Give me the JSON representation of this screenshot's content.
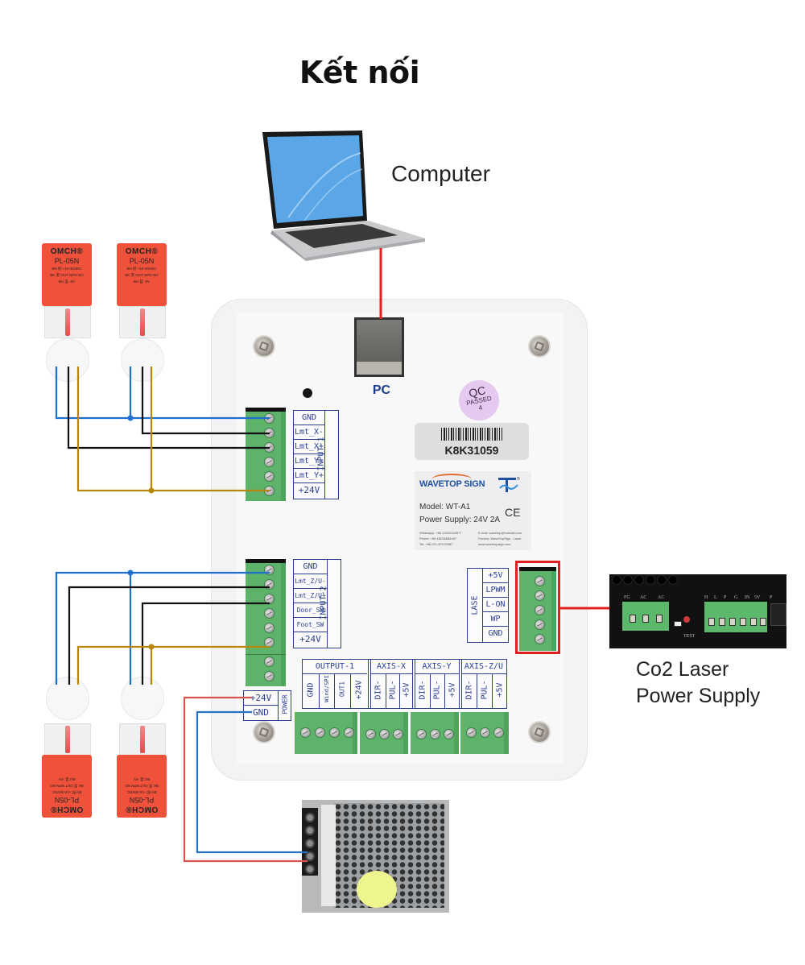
{
  "title": "Kết nối",
  "computer_label": "Computer",
  "laser_psu_label": [
    "Co2 Laser",
    "Power Supply"
  ],
  "controller": {
    "pc_port_label": "PC",
    "qc_sticker": {
      "line1": "QC",
      "line2": "PASSED",
      "line3": "4"
    },
    "serial": "K8K31059",
    "brand": "WAVETOP SIGN",
    "model": "Model: WT-A1",
    "power_supply": "Power Supply: 24V 2A",
    "ce_mark": "CE",
    "contacts_left": [
      "Whatsapp: +86 13332342577",
      "Phone: +86 18035684467",
      "Tel: +86-021-67013987"
    ],
    "contacts_right": [
      "E-mail: wavetop@hotmail.com",
      "Factory: WaveTopSign - Laser",
      "www.wavetopsign.com"
    ],
    "input1": {
      "group": "INPUT-1",
      "pins": [
        "GND",
        "Lmt_X-",
        "Lmt_X+",
        "Lmt_Y-",
        "Lmt_Y+",
        "+24V"
      ]
    },
    "input2": {
      "group": "INPUT-2",
      "pins": [
        "GND",
        "Lmt_Z/U-",
        "Lmt_Z/U+",
        "Door_SW",
        "Foot_SW",
        "+24V"
      ]
    },
    "laser": {
      "group": "LASE",
      "pins": [
        "+5V",
        "LPWM",
        "L-ON",
        "WP",
        "GND"
      ]
    },
    "power": {
      "group": "POWER",
      "pins": [
        "+24V",
        "GND"
      ]
    },
    "output_groups": [
      {
        "name": "OUTPUT-1",
        "pins": [
          "GND",
          "Wind/SPI",
          "OUT1",
          "+24V"
        ]
      },
      {
        "name": "AXIS-X",
        "pins": [
          "DIR-",
          "PUL-",
          "+5V"
        ]
      },
      {
        "name": "AXIS-Y",
        "pins": [
          "DIR-",
          "PUL-",
          "+5V"
        ]
      },
      {
        "name": "AXIS-Z/U",
        "pins": [
          "DIR-",
          "PUL-",
          "+5V"
        ]
      }
    ]
  },
  "laser_psu_photo": {
    "left_terminals": [
      "FG",
      "AC",
      "AC"
    ],
    "right_terminals": [
      "H",
      "L",
      "P",
      "G",
      "IN",
      "5V"
    ],
    "extra_label": "P",
    "test_label": "TEST"
  },
  "sensors": [
    {
      "brand": "OMCH®",
      "model": "PL-05N",
      "lines": [
        "BN 棕 +10-30VDC",
        "BK 黑 OUT NPN NO",
        "BU 蓝 -0V"
      ]
    },
    {
      "brand": "OMCH®",
      "model": "PL-05N",
      "lines": [
        "BN 棕 +10-30VDC",
        "BK 黑 OUT NPN NO",
        "BU 蓝 -0V"
      ]
    },
    {
      "brand": "OMCH®",
      "model": "PL-05N",
      "lines": [
        "BN 棕 +10-30VDC",
        "BK 黑 OUT NPN NO",
        "BU 蓝 -0V"
      ]
    },
    {
      "brand": "OMCH®",
      "model": "PL-05N",
      "lines": [
        "BN 棕 +10-30VDC",
        "BK 黑 OUT NPN NO",
        "BU 蓝 -0V"
      ]
    }
  ],
  "wire_colors": {
    "blue": "#1f6fd1",
    "black": "#111111",
    "brown": "#b8860b",
    "red": "#e02020",
    "psu_red": "#d9534f",
    "psu_blue": "#2a73c2",
    "highlight": "#e02020"
  }
}
